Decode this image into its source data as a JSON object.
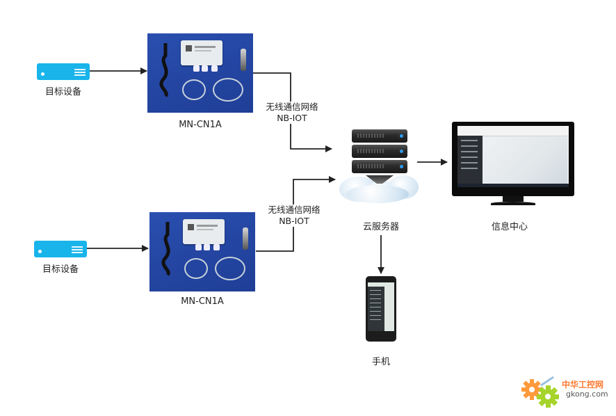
{
  "diagram": {
    "type": "NB-IoT system architecture",
    "nodes": {
      "target_device_top": {
        "label": "目标设备",
        "icon": "server-rack-icon"
      },
      "target_device_bottom": {
        "label": "目标设备",
        "icon": "server-rack-icon"
      },
      "sensor_top": {
        "label": "MN-CN1A",
        "icon": "sensor-photo"
      },
      "sensor_bottom": {
        "label": "MN-CN1A",
        "icon": "sensor-photo"
      },
      "cloud_server": {
        "label": "云服务器",
        "icon": "cloud-server-icon"
      },
      "info_center": {
        "label": "信息中心",
        "icon": "monitor-icon"
      },
      "mobile": {
        "label": "手机",
        "icon": "smartphone-icon"
      }
    },
    "connections": {
      "top_link": {
        "line1": "无线通信网络",
        "line2": "NB-IOT"
      },
      "bottom_link": {
        "line1": "无线通信网络",
        "line2": "NB-IOT"
      }
    },
    "edges": [
      {
        "from": "target_device_top",
        "to": "sensor_top"
      },
      {
        "from": "target_device_bottom",
        "to": "sensor_bottom"
      },
      {
        "from": "sensor_top",
        "to": "cloud_server",
        "label": "top_link"
      },
      {
        "from": "sensor_bottom",
        "to": "cloud_server",
        "label": "bottom_link"
      },
      {
        "from": "cloud_server",
        "to": "info_center"
      },
      {
        "from": "cloud_server",
        "to": "mobile"
      }
    ]
  },
  "watermark": {
    "cn": "中华工控网",
    "en": "gkong.com"
  },
  "colors": {
    "device": "#18b4ea",
    "line": "#222222",
    "photo_bg": "#2446a2",
    "logo_orange": "#ff7a33",
    "logo_green": "#a6d42a"
  }
}
